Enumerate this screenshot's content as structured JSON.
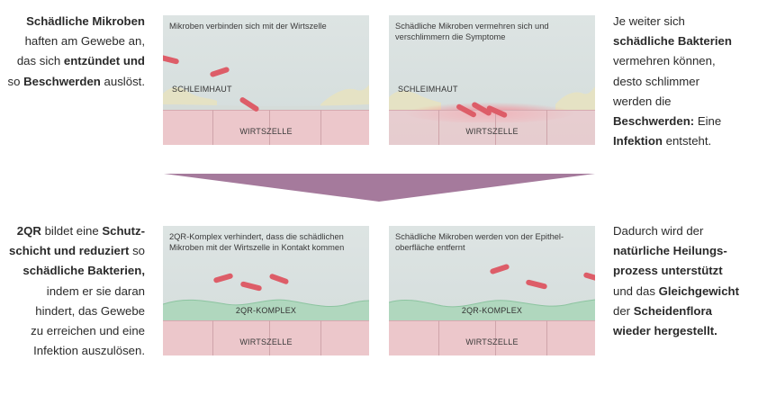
{
  "left_text_top": [
    {
      "t": "Schädliche Mikroben",
      "b": true
    },
    {
      "t": "haften am Gewebe an,",
      "b": false
    },
    {
      "parts": [
        {
          "t": "das sich ",
          "b": false
        },
        {
          "t": "entzündet und",
          "b": true
        }
      ]
    },
    {
      "parts": [
        {
          "t": "so ",
          "b": false
        },
        {
          "t": "Beschwerden",
          "b": true
        },
        {
          "t": " auslöst.",
          "b": false
        }
      ]
    }
  ],
  "right_text_top": [
    {
      "t": "Je weiter sich",
      "b": false
    },
    {
      "t": "schädliche Bakterien",
      "b": true
    },
    {
      "t": "vermehren können,",
      "b": false
    },
    {
      "t": "desto schlimmer",
      "b": false
    },
    {
      "t": "werden die",
      "b": false
    },
    {
      "parts": [
        {
          "t": "Beschwerden:",
          "b": true
        },
        {
          "t": " Eine",
          "b": false
        }
      ]
    },
    {
      "parts": [
        {
          "t": "Infektion",
          "b": true
        },
        {
          "t": " entsteht.",
          "b": false
        }
      ]
    }
  ],
  "left_text_bottom": [
    {
      "parts": [
        {
          "t": "2QR",
          "b": true
        },
        {
          "t": " bildet eine ",
          "b": false
        },
        {
          "t": "Schutz-",
          "b": true
        }
      ]
    },
    {
      "parts": [
        {
          "t": "schicht und reduziert",
          "b": true
        },
        {
          "t": " so",
          "b": false
        }
      ]
    },
    {
      "t": "schädliche Bakterien,",
      "b": true
    },
    {
      "t": "indem er sie daran",
      "b": false
    },
    {
      "t": "hindert, das Gewebe",
      "b": false
    },
    {
      "t": "zu erreichen und eine",
      "b": false
    },
    {
      "t": "Infektion auszulösen.",
      "b": false
    }
  ],
  "right_text_bottom": [
    {
      "t": "Dadurch wird der",
      "b": false
    },
    {
      "t": "natürliche Heilungs-",
      "b": true
    },
    {
      "t": "prozess unterstützt",
      "b": true
    },
    {
      "parts": [
        {
          "t": "und das ",
          "b": false
        },
        {
          "t": "Gleichgewicht",
          "b": true
        }
      ]
    },
    {
      "parts": [
        {
          "t": "der ",
          "b": false
        },
        {
          "t": "Scheidenflora",
          "b": true
        }
      ]
    },
    {
      "t": "wieder hergestellt.",
      "b": true
    }
  ],
  "panels": {
    "p1": {
      "caption": "Mikroben verbinden sich mit der Wirtszelle",
      "layer_label": "SCHLEIMHAUT",
      "cell_label": "WIRTSZELLE"
    },
    "p2": {
      "caption": "Schädliche Mikroben vermehren sich und verschlimmern die Symptome",
      "layer_label": "SCHLEIMHAUT",
      "cell_label": "WIRTSZELLE"
    },
    "p3": {
      "caption": "2QR-Komplex verhindert, dass die schädlichen Mikroben mit der Wirtszelle in Kontakt kommen",
      "layer_label": "2QR-KOMPLEX",
      "cell_label": "WIRTSZELLE"
    },
    "p4": {
      "caption": "Schädliche Mikroben werden von der Epithel-oberfläche entfernt",
      "layer_label": "2QR-KOMPLEX",
      "cell_label": "WIRTSZELLE"
    }
  },
  "colors": {
    "arrow": "#a57a9c",
    "bacteria": "#dd5d68",
    "cells": "#ecc7cb",
    "mucus": "#e6e2c0",
    "gel": "#a9d6b8"
  }
}
